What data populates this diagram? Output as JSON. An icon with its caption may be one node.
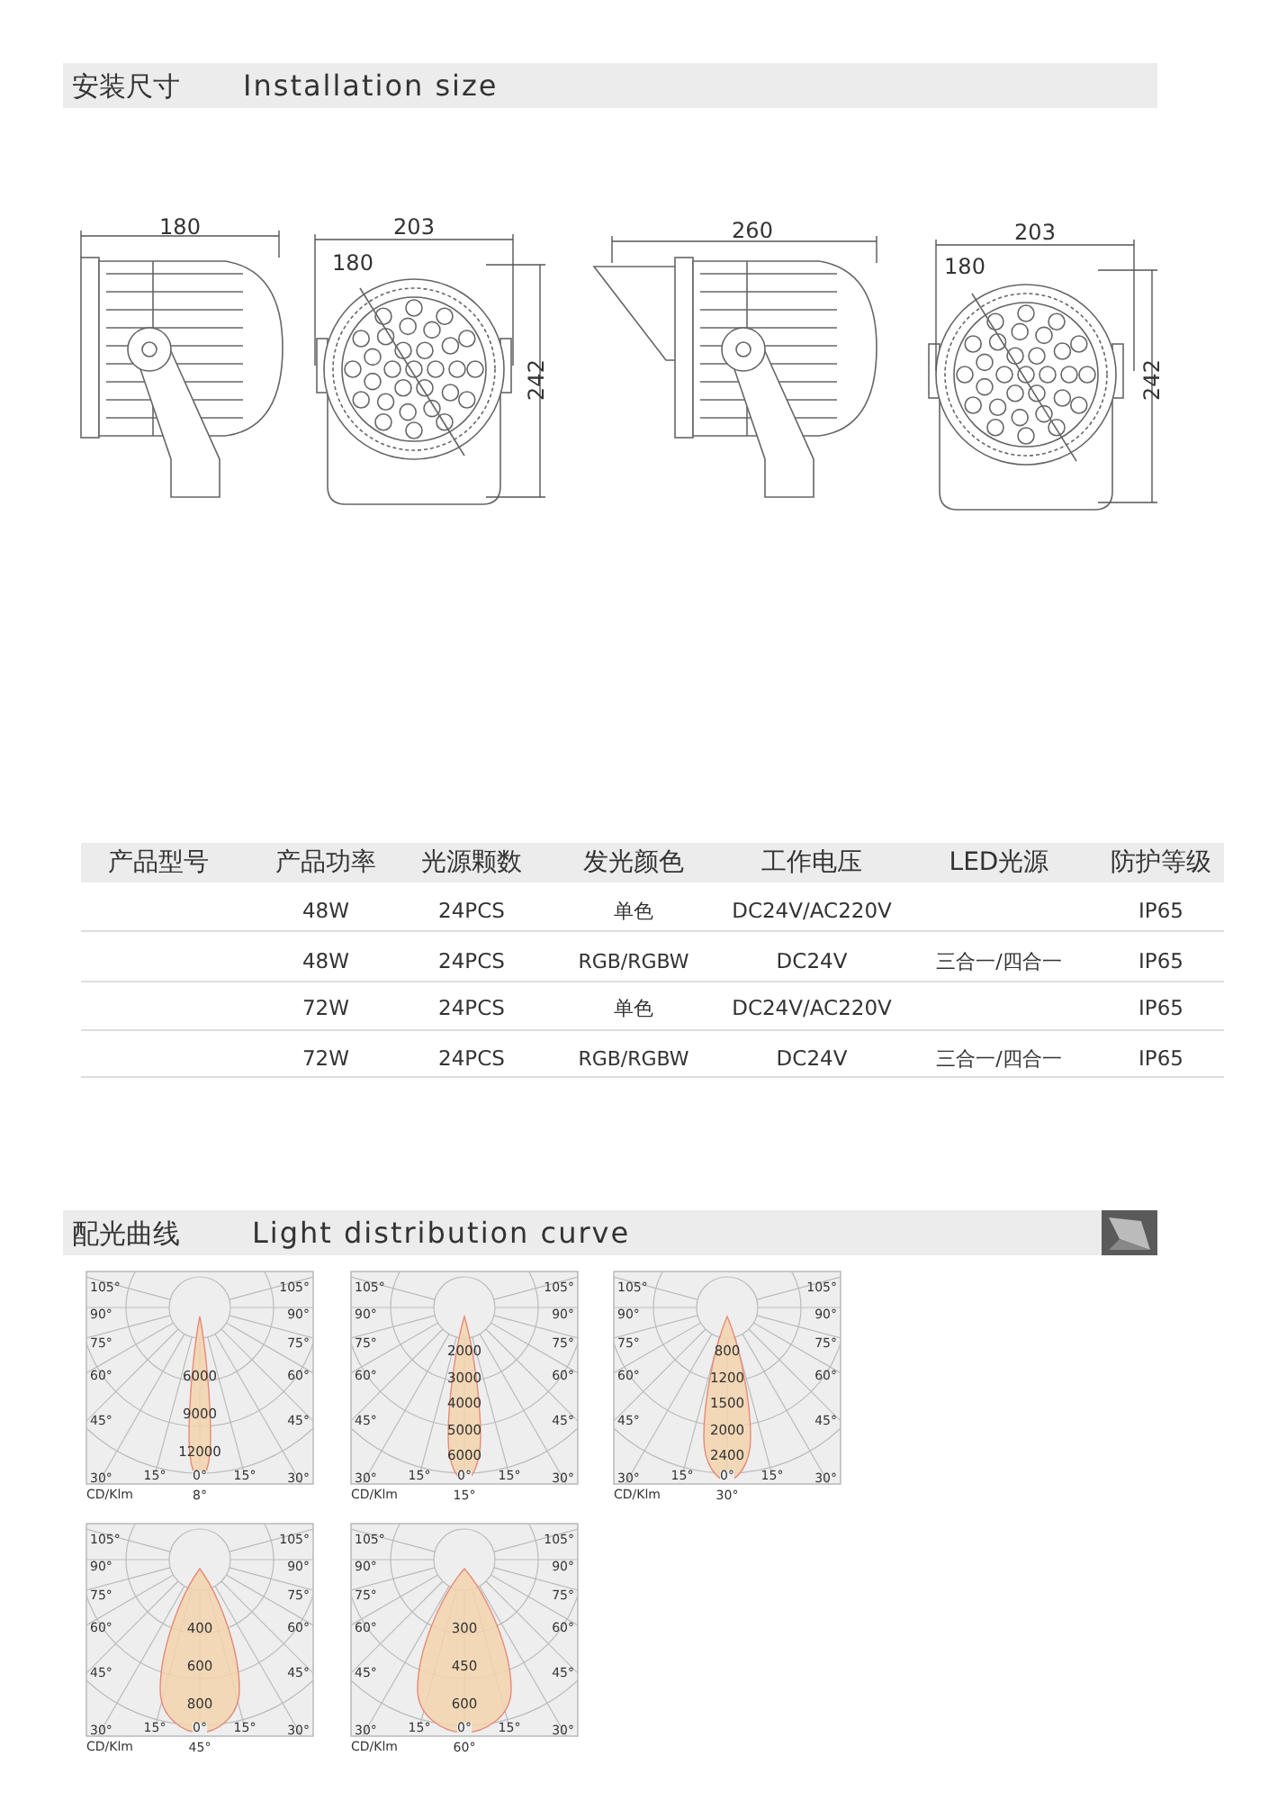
{
  "diagram": {
    "labels": [
      "安装尺寸",
      "Installation size",
      "180",
      "203",
      "180",
      "242",
      "260",
      "203",
      "180",
      "242",
      "产品型号",
      "产品功率",
      "光源颗数",
      "发光颜色",
      "工作电压",
      "LED光源",
      "防护等级",
      "48W",
      "24PCS",
      "单色",
      "DC24V/AC220V",
      "IP65",
      "48W",
      "24PCS",
      "RGB/RGBW",
      "DC24V",
      "三合一/四合一",
      "IP65",
      "72W",
      "24PCS",
      "单色",
      "DC24V/AC220V",
      "IP65",
      "72W",
      "24PCS",
      "RGB/RGBW",
      "DC24V",
      "三合一/四合一",
      "IP65",
      "配光曲线",
      "Light distribution curve",
      "105°",
      "105°",
      "90°",
      "90°",
      "75°",
      "75°",
      "60°",
      "60°",
      "45°",
      "45°",
      "6000",
      "9000",
      "12000",
      "30°",
      "15°",
      "0°",
      "15°",
      "30°",
      "CD/Klm",
      "8°",
      "105°",
      "105°",
      "90°",
      "90°",
      "75°",
      "75°",
      "60°",
      "60°",
      "45°",
      "45°",
      "2000",
      "3000",
      "4000",
      "5000",
      "6000",
      "30°",
      "15°",
      "0°",
      "15°",
      "30°",
      "CD/Klm",
      "15°",
      "105°",
      "105°",
      "90°",
      "90°",
      "75°",
      "75°",
      "60°",
      "60°",
      "45°",
      "45°",
      "800",
      "1200",
      "1500",
      "2000",
      "2400",
      "30°",
      "15°",
      "0°",
      "15°",
      "30°",
      "CD/Klm",
      "30°",
      "105°",
      "105°",
      "90°",
      "90°",
      "75°",
      "75°",
      "60°",
      "60°",
      "45°",
      "45°",
      "400",
      "600",
      "800",
      "30°",
      "15°",
      "0°",
      "15°",
      "30°",
      "CD/Klm",
      "45°",
      "105°",
      "105°",
      "90°",
      "90°",
      "75°",
      "75°",
      "60°",
      "60°",
      "45°",
      "45°",
      "300",
      "450",
      "600",
      "30°",
      "15°",
      "0°",
      "15°",
      "30°",
      "CD/Klm",
      "60°"
    ]
  }
}
